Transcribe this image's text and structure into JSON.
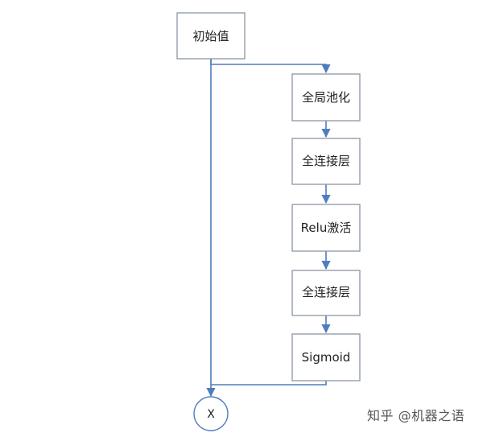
{
  "nodes": {
    "init": "初始值",
    "gap": "全局池化",
    "fc1": "全连接层",
    "relu": "Relu激活",
    "fc2": "全连接层",
    "sigmoid": "Sigmoid",
    "multiply": "X"
  },
  "watermark": "知乎 @机器之语",
  "colors": {
    "edge": "#4f7dbd",
    "box_border": "#8c96a3"
  }
}
